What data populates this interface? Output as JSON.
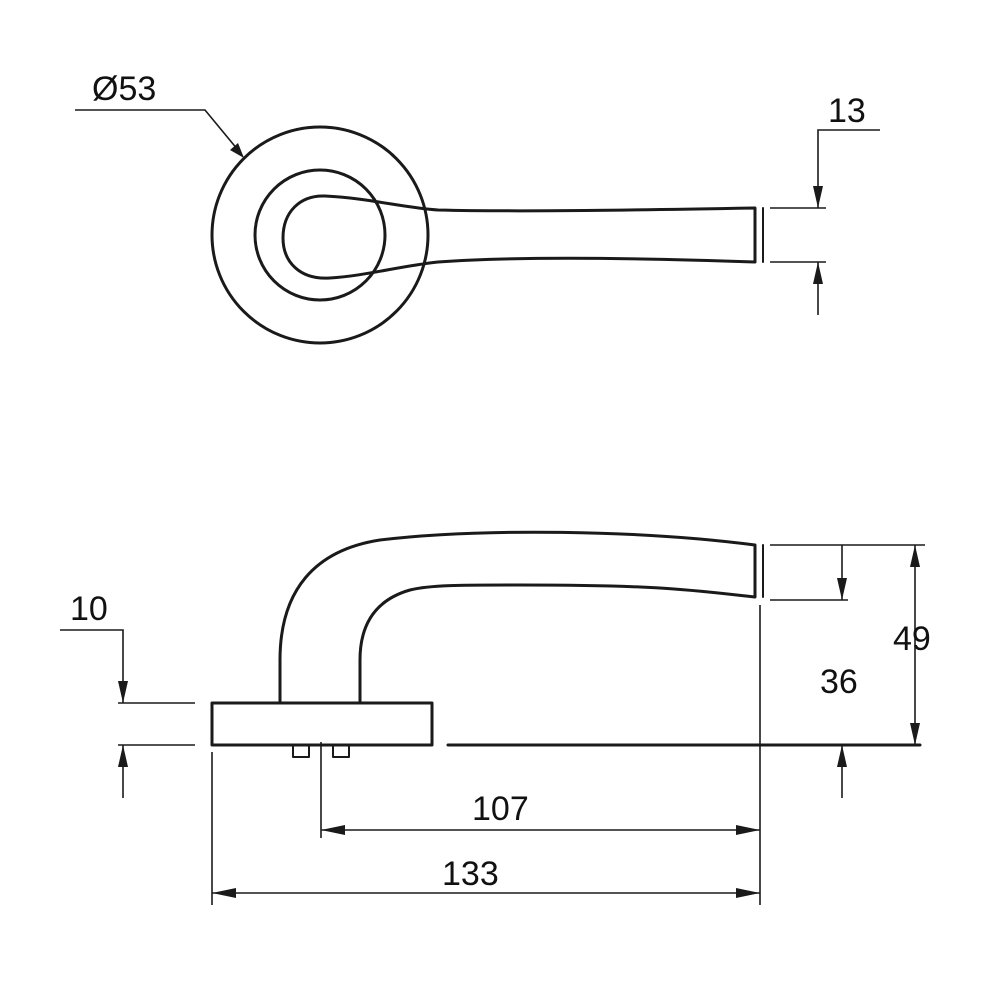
{
  "dimensions": {
    "rose_diameter": "Ø53",
    "lever_thickness": "13",
    "rose_thickness": "10",
    "lever_height": "49",
    "lever_clearance": "36",
    "spindle_to_tip": "107",
    "overall_length": "133"
  }
}
